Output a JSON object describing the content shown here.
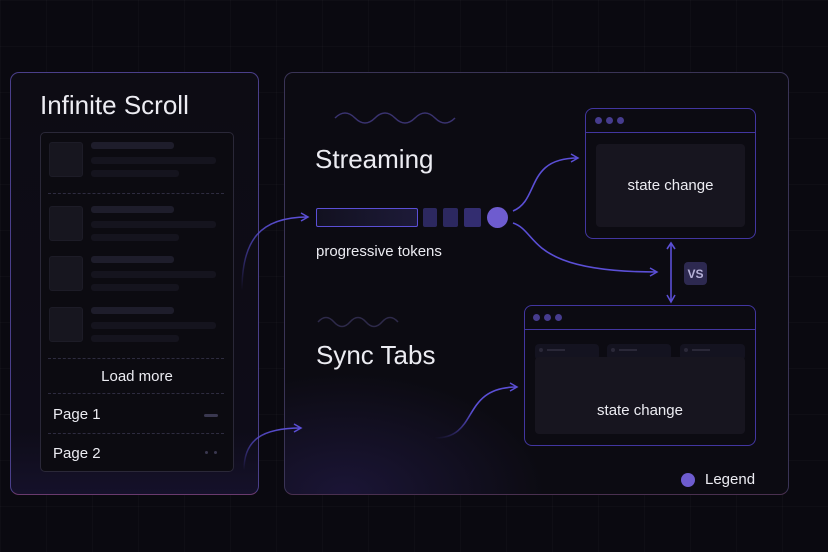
{
  "infinite_scroll": {
    "title": "Infinite Scroll",
    "load_more": "Load more",
    "pages": [
      "Page 1",
      "Page 2"
    ]
  },
  "streaming": {
    "title": "Streaming",
    "caption": "progressive tokens",
    "window_label": "state change"
  },
  "vs_label": "VS",
  "sync_tabs": {
    "title": "Sync Tabs",
    "window_label": "state change"
  },
  "legend": {
    "label": "Legend"
  },
  "colors": {
    "accent": "#5b4fd6",
    "token_dot": "#6e5ccf",
    "background": "#0a0910"
  }
}
